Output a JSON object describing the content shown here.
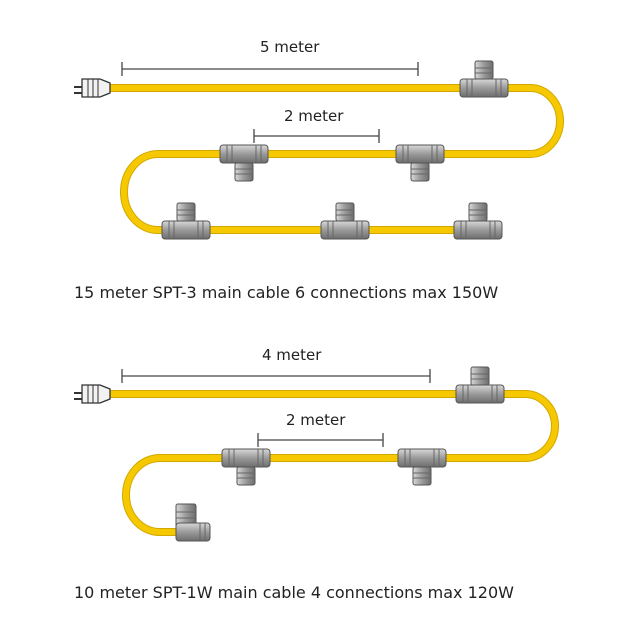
{
  "diagrams": [
    {
      "caption": "15 meter SPT-3 main cable 6 connections max 150W",
      "dimension_top": "5 meter",
      "dimension_inner": "2 meter"
    },
    {
      "caption": "10 meter SPT-1W main cable 4 connections max 120W",
      "dimension_top": "4 meter",
      "dimension_inner": "2 meter"
    }
  ],
  "colors": {
    "cable": "#f5c800",
    "cable_edge": "#d2a800",
    "connector": "#9a9a9a",
    "line": "#444444"
  },
  "icons": [
    "plug-icon",
    "t-connector-icon",
    "l-connector-icon"
  ]
}
